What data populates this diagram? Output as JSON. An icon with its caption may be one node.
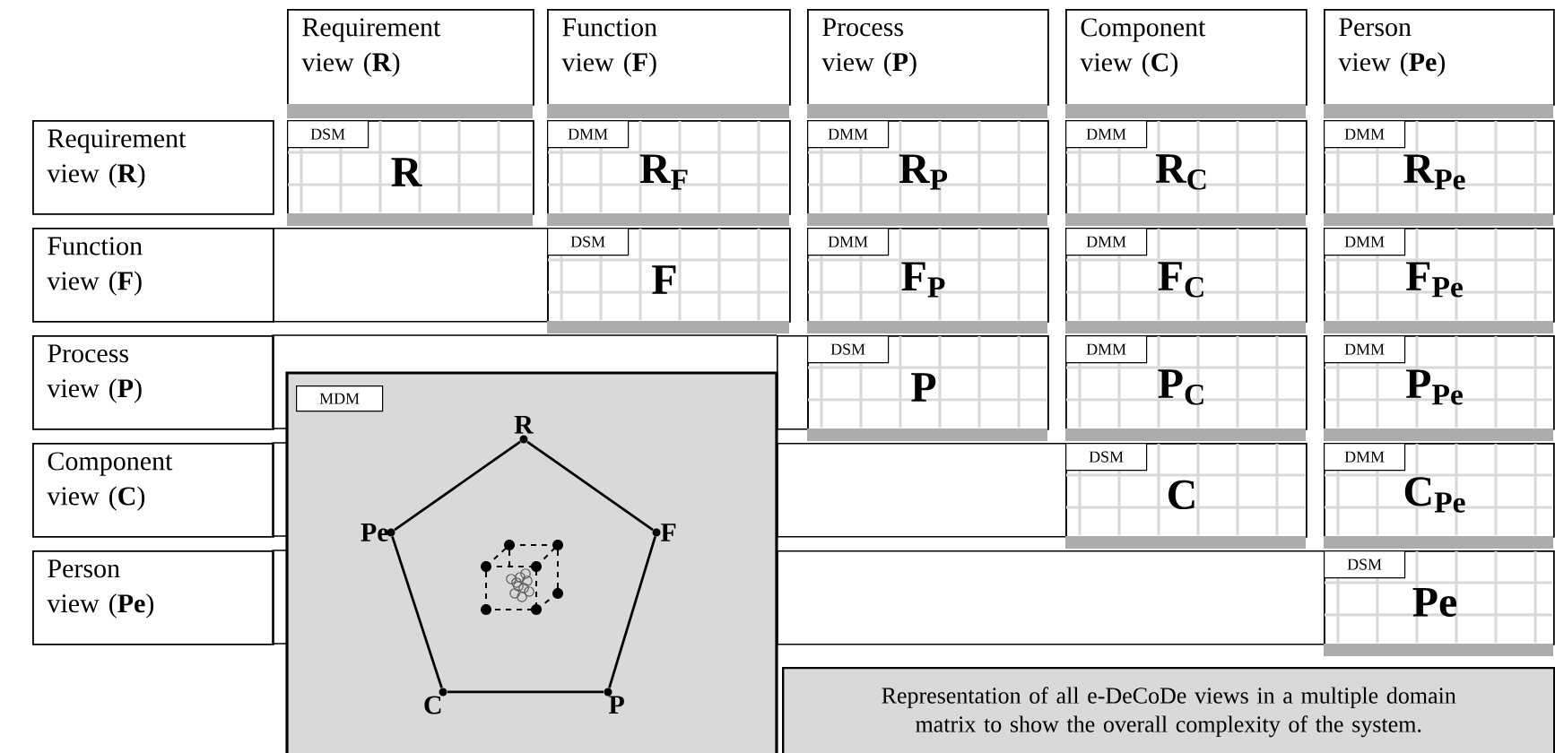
{
  "diagram": {
    "nodes": [
      {
        "text": [
          "Requirement view (**R**)"
        ]
      },
      {
        "text": [
          "Function view (**F**)"
        ]
      },
      {
        "text": [
          "Process view (**P**)"
        ]
      },
      {
        "text": [
          "Component view (**C**)"
        ]
      },
      {
        "text": [
          "Person view (**Pe**)"
        ]
      },
      {
        "text": [
          "Requirement view (**R**)"
        ]
      },
      {
        "text": [
          "Function view (**F**)"
        ]
      },
      {
        "text": [
          "Process view (**P**)"
        ]
      },
      {
        "text": [
          "Component view (**C**)"
        ]
      },
      {
        "text": [
          "Person view (**Pe**)"
        ]
      },
      {
        "text": [
          "DSM",
          "R"
        ]
      },
      {
        "text": [
          "DMM",
          "R$_{F}$"
        ]
      },
      {
        "text": [
          "DMM",
          "R$_{P}$"
        ]
      },
      {
        "text": [
          "DMM",
          "R$_{C}$"
        ]
      },
      {
        "text": [
          "DMM",
          "R$_{Pe}$"
        ]
      },
      {
        "text": [
          "DSM",
          "F"
        ]
      },
      {
        "text": [
          "DMM",
          "F$_{P}$"
        ]
      },
      {
        "text": [
          "DMM",
          "F$_{C}$"
        ]
      },
      {
        "text": [
          "DMM",
          "F$_{Pe}$"
        ]
      },
      {
        "text": [
          "DSM",
          "P"
        ]
      },
      {
        "text": [
          "DMM",
          "P$_{C}$"
        ]
      },
      {
        "text": [
          "DMM",
          "P$_{Pe}$"
        ]
      },
      {
        "text": [
          "DSM",
          "C"
        ]
      },
      {
        "text": [
          "DMM",
          "C$_{Pe}$"
        ]
      },
      {
        "text": [
          "DSM",
          "Pe"
        ]
      },
      {
        "text": [
          "MDM"
        ]
      },
      {
        "text": [],
        "shape": "circle",
        "beside": [
          "R"
        ],
        "in": 25
      },
      {
        "text": [],
        "shape": "circle",
        "beside": [
          "F"
        ],
        "in": 25
      },
      {
        "text": [],
        "shape": "circle",
        "beside": [
          "P"
        ],
        "in": 25
      },
      {
        "text": [],
        "shape": "circle",
        "beside": [
          "C"
        ],
        "in": 25
      },
      {
        "text": [],
        "shape": "circle",
        "beside": [
          "Pe"
        ],
        "in": 25
      },
      {
        "text": [
          "Representation of all e-DeCoDe views in a multiple domain matrix to show the overall complexity of the system."
        ]
      },
      {
        "text": [],
        "shape": "box"
      },
      {
        "text": [],
        "shape": "box"
      },
      {
        "text": [],
        "shape": "box"
      },
      {
        "text": [],
        "shape": "box"
      }
    ],
    "edges": [
      {
        "from": 26,
        "to": 27,
        "arrow": "none"
      },
      {
        "from": 27,
        "to": 28,
        "arrow": "none"
      },
      {
        "from": 28,
        "to": 29,
        "arrow": "none"
      },
      {
        "from": 29,
        "to": 30,
        "arrow": "none"
      },
      {
        "from": 30,
        "to": 26,
        "arrow": "none"
      }
    ]
  }
}
